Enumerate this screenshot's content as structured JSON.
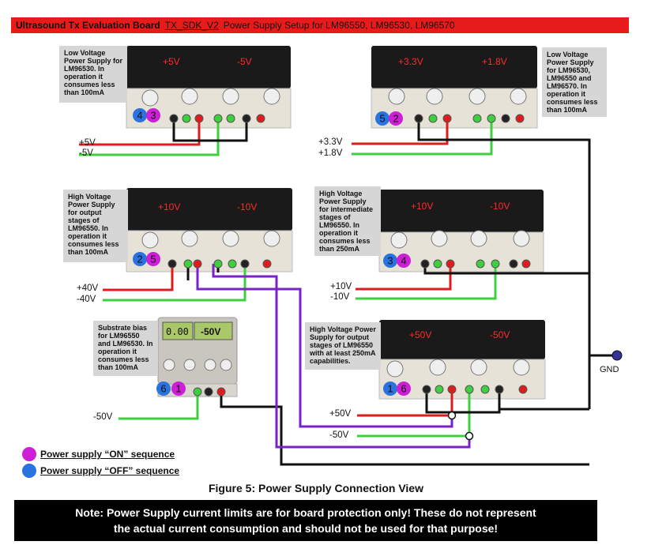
{
  "header": {
    "title": "Ultrasound Tx Evaluation Board",
    "board": "TX_SDK_V2",
    "subtitle": "Power Supply Setup for LM96550, LM96530, LM96570"
  },
  "supplies": [
    {
      "left_display": "+5V",
      "right_display": "-5V",
      "description": "Low Voltage Power Supply for LM96530. In operation it consumes less than 100mA",
      "sequence": {
        "off": "4",
        "on": "3"
      }
    },
    {
      "left_display": "+3.3V",
      "right_display": "+1.8V",
      "description": "Low Voltage Power Supply for LM96530, LM96550 and LM96570. In operation it consumes less than 100mA",
      "sequence": {
        "off": "5",
        "on": "2"
      }
    },
    {
      "left_display": "+10V",
      "right_display": "-10V",
      "description": "High Voltage Power Supply for output stages of LM96550. In operation it consumes less than 100mA",
      "sequence": {
        "off": "2",
        "on": "5"
      }
    },
    {
      "left_display": "+10V",
      "right_display": "-10V",
      "description": "High Voltage Power Supply for intermediate stages of LM96550. In operation it consumes less than 250mA",
      "sequence": {
        "off": "3",
        "on": "4"
      }
    },
    {
      "left_display": "0.00",
      "right_display": "-50V",
      "description": "Substrate bias for LM96550 and LM96530. In operation it consumes less than 100mA",
      "sequence": {
        "off": "6",
        "on": "1"
      }
    },
    {
      "left_display": "+50V",
      "right_display": "-50V",
      "description": "High Voltage Power Supply for output stages of LM96550 with at least 250mA capabilities.",
      "sequence": {
        "off": "1",
        "on": "6"
      }
    }
  ],
  "rails": {
    "p5": "+5V",
    "m5": "-5V",
    "p33": "+3.3V",
    "p18": "+1.8V",
    "p40": "+40V",
    "m40": "-40V",
    "p10": "+10V",
    "m10": "-10V",
    "m50a": "-50V",
    "p50": "+50V",
    "m50b": "-50V"
  },
  "gnd_label": "GND",
  "legend": {
    "on": "Power supply “ON” sequence",
    "off": "Power supply “OFF” sequence"
  },
  "figure_caption": "Figure 5:  Power Supply Connection View",
  "note": {
    "line1": "Note: Power Supply current limits are for board protection only! These do not represent",
    "line2": "the actual current consumption and should not be used for that purpose!"
  },
  "colors": {
    "on": "#cc1fd6",
    "off": "#2a72e0",
    "positive": "#e01b1b",
    "negative": "#3ecf3e",
    "bias": "#7a22c8",
    "ground": "#111111"
  }
}
